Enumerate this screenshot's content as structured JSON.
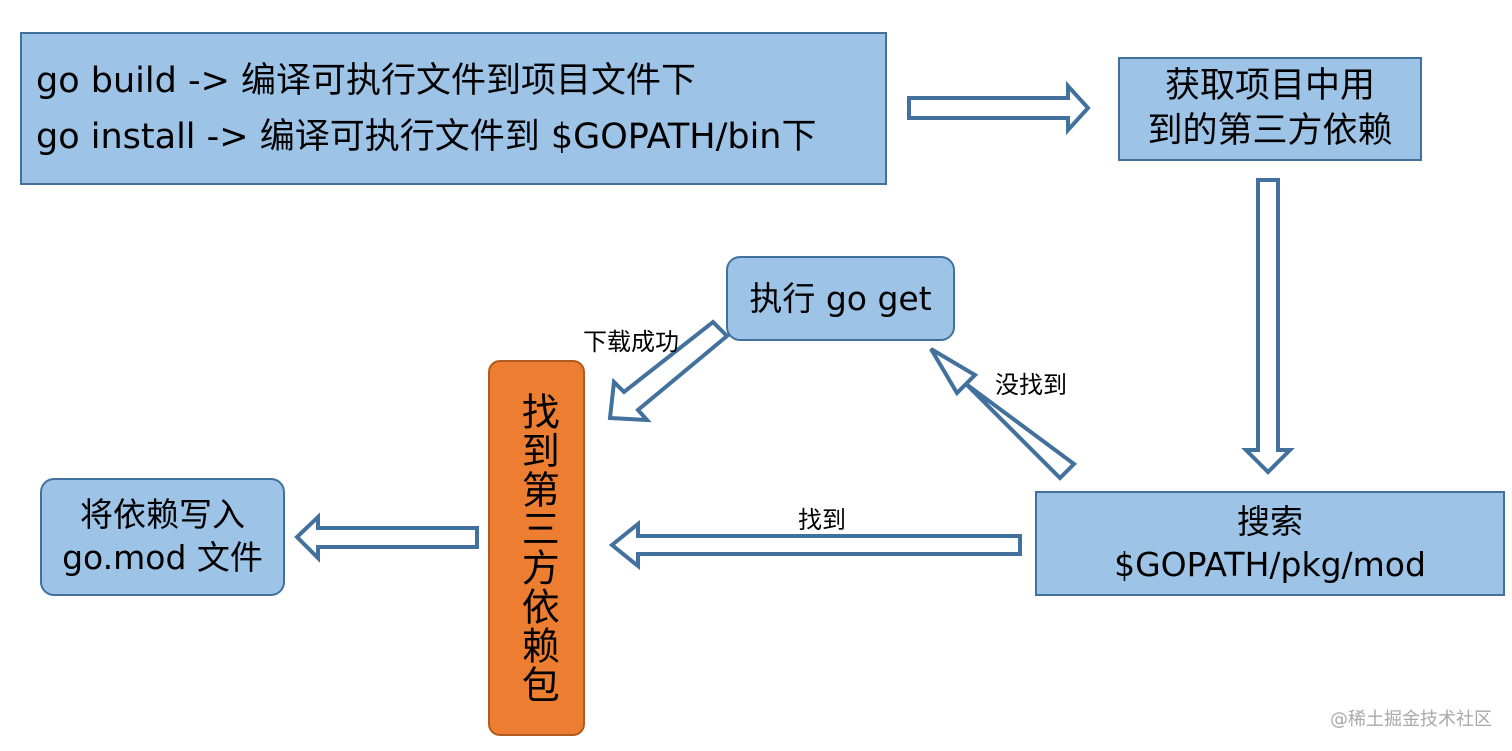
{
  "nodes": {
    "build": {
      "line1": "go build -> 编译可执行文件到项目文件下",
      "line2": "go install -> 编译可执行文件到 $GOPATH/bin下"
    },
    "fetch": {
      "line1": "获取项目中用",
      "line2": "到的第三方依赖"
    },
    "goget": {
      "label": "执行 go get"
    },
    "search": {
      "line1": "搜索",
      "line2": "$GOPATH/pkg/mod"
    },
    "found": {
      "label": "找到第三方依赖包"
    },
    "write": {
      "line1": "将依赖写入",
      "line2": "go.mod 文件"
    }
  },
  "edges": {
    "download_success": "下载成功",
    "not_found": "没找到",
    "found": "找到"
  },
  "watermark": "@稀土掘金技术社区",
  "colors": {
    "box_fill": "#9dc3e6",
    "box_border": "#41719c",
    "highlight_fill": "#ed7d31",
    "highlight_border": "#ae5a21",
    "arrow_stroke": "#41719c"
  }
}
